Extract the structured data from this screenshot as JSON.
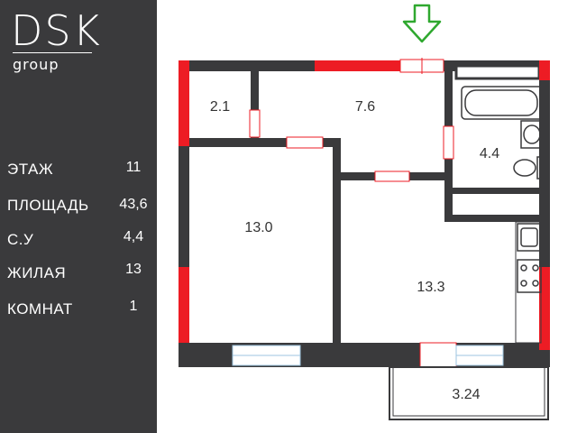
{
  "brand": {
    "name": "DSK",
    "sub": "group"
  },
  "stats": [
    {
      "label": "ЭТАЖ",
      "value": "11"
    },
    {
      "label": "ПЛОЩАДЬ",
      "value": "43,6"
    },
    {
      "label": "С.У",
      "value": "4,4"
    },
    {
      "label": "ЖИЛАЯ",
      "value": "13"
    },
    {
      "label": "КОМНАТ",
      "value": "1"
    }
  ],
  "rooms": {
    "storage": "2.1",
    "hall": "7.6",
    "bathroom": "4.4",
    "bedroom": "13.0",
    "kitchen": "13.3",
    "balcony": "3.24"
  },
  "colors": {
    "sidebar": "#3a3a3c",
    "wall": "#3a3a3c",
    "accent": "#ed1c24",
    "entrance_arrow": "#2fa82f"
  }
}
